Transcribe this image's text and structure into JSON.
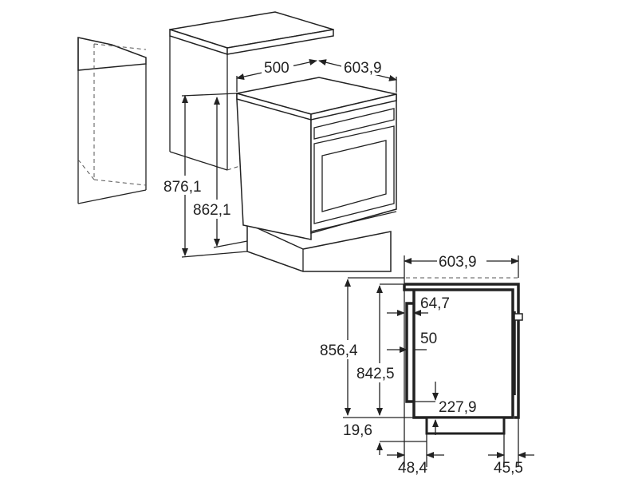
{
  "iso_view": {
    "depth": "500",
    "width": "603,9",
    "height_total": "876,1",
    "height_body": "862,1"
  },
  "side_view": {
    "width": "603,9",
    "handle_offset": "64,7",
    "handle_depth": "50",
    "height_total": "856,4",
    "height_body": "842,5",
    "plinth_height": "227,9",
    "foot_clearance": "19,6",
    "front_setback": "48,4",
    "rear_setback": "45,5"
  }
}
